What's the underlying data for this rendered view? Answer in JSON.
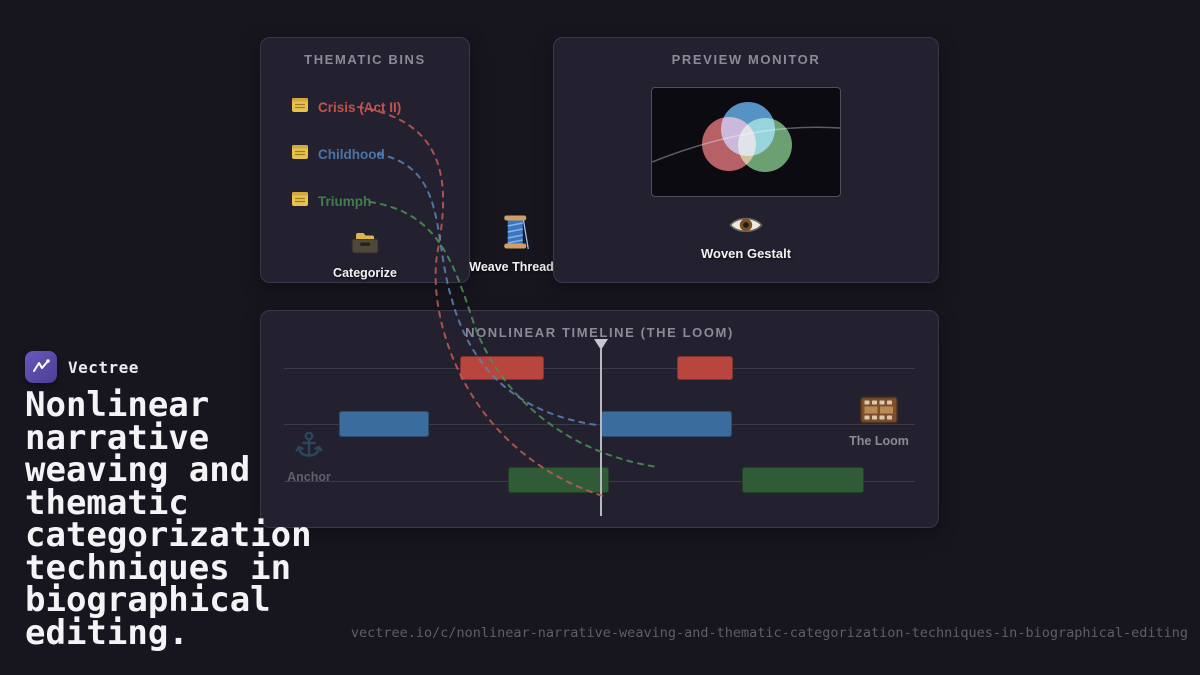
{
  "brand": {
    "name": "Vectree"
  },
  "headline": "Nonlinear narrative weaving and thematic categorization techniques in biographical editing.",
  "footer_url": "vectree.io/c/nonlinear-narrative-weaving-and-thematic-categorization-techniques-in-biographical-editing",
  "thematic_bins": {
    "title": "THEMATIC BINS",
    "items": [
      {
        "label": "Crisis (Act II)",
        "color": "#c0544b"
      },
      {
        "label": "Childhood",
        "color": "#4c74a6"
      },
      {
        "label": "Triumph",
        "color": "#3f7d4a"
      }
    ],
    "action": "Categorize"
  },
  "weave_action": "Weave Threads",
  "preview_monitor": {
    "title": "PREVIEW MONITOR",
    "caption": "Woven Gestalt",
    "venn_colors": [
      "#e57373",
      "#64b5f6",
      "#81c784"
    ]
  },
  "timeline": {
    "title": "NONLINEAR TIMELINE (THE LOOM)",
    "anchor_label": "Anchor",
    "loom_label": "The Loom",
    "track_colors": {
      "crisis": "#b8463f",
      "childhood": "#3a6d9e",
      "triumph": "#2f5c36"
    }
  },
  "colors": {
    "thread_red": "#c25a54",
    "thread_blue": "#5b84b4",
    "thread_green": "#4f9158"
  }
}
